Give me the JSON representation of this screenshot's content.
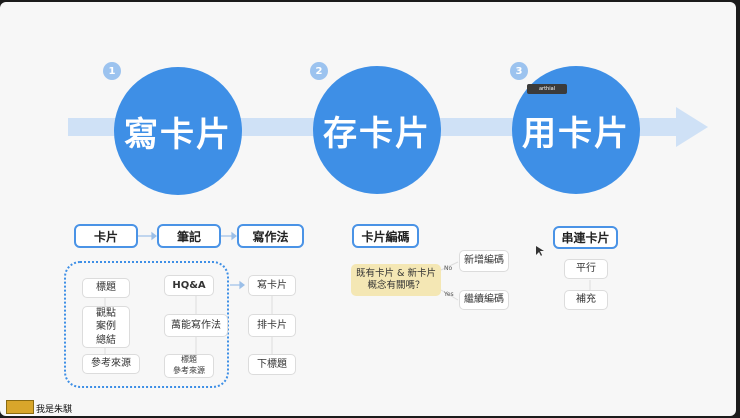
{
  "steps": [
    {
      "num": "1",
      "title": "寫卡片"
    },
    {
      "num": "2",
      "title": "存卡片"
    },
    {
      "num": "3",
      "title": "用卡片"
    }
  ],
  "tag_label": "arthial",
  "write": {
    "flow": [
      "卡片",
      "筆記",
      "寫作法"
    ],
    "card_items": [
      "標題",
      "觀點\n案例\n總結",
      "參考來源"
    ],
    "note_items": [
      "HQ&A",
      "萬能寫作法",
      "標題\n參考來源"
    ],
    "method_items": [
      "寫卡片",
      "排卡片",
      "下標題"
    ]
  },
  "store": {
    "title": "卡片編碼",
    "question": "既有卡片 & 新卡片\n概念有關嗎？",
    "no_label": "No",
    "yes_label": "Yes",
    "no_result": "新增編碼",
    "yes_result": "繼續編碼"
  },
  "use": {
    "title": "串連卡片",
    "items": [
      "平行",
      "補充"
    ]
  },
  "footer": {
    "name": "我是朱騏"
  }
}
